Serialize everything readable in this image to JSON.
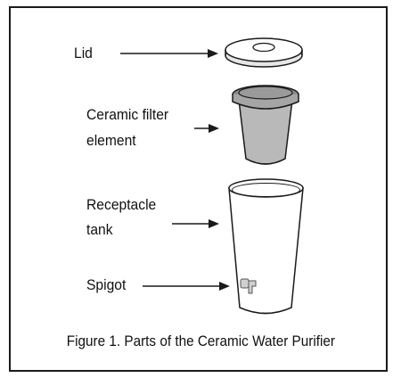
{
  "labels": {
    "lid": "Lid",
    "filter_line1": "Ceramic filter",
    "filter_line2": "element",
    "tank_line1": "Receptacle",
    "tank_line2": "tank",
    "spigot": "Spigot"
  },
  "caption": "Figure 1. Parts of the Ceramic Water Purifier",
  "colors": {
    "line": "#1a1a1a",
    "filter_fill": "#b9b9b9",
    "filter_rim": "#8c8c8c",
    "tank_fill": "#ffffff",
    "spigot_fill": "#d0d0d0"
  }
}
